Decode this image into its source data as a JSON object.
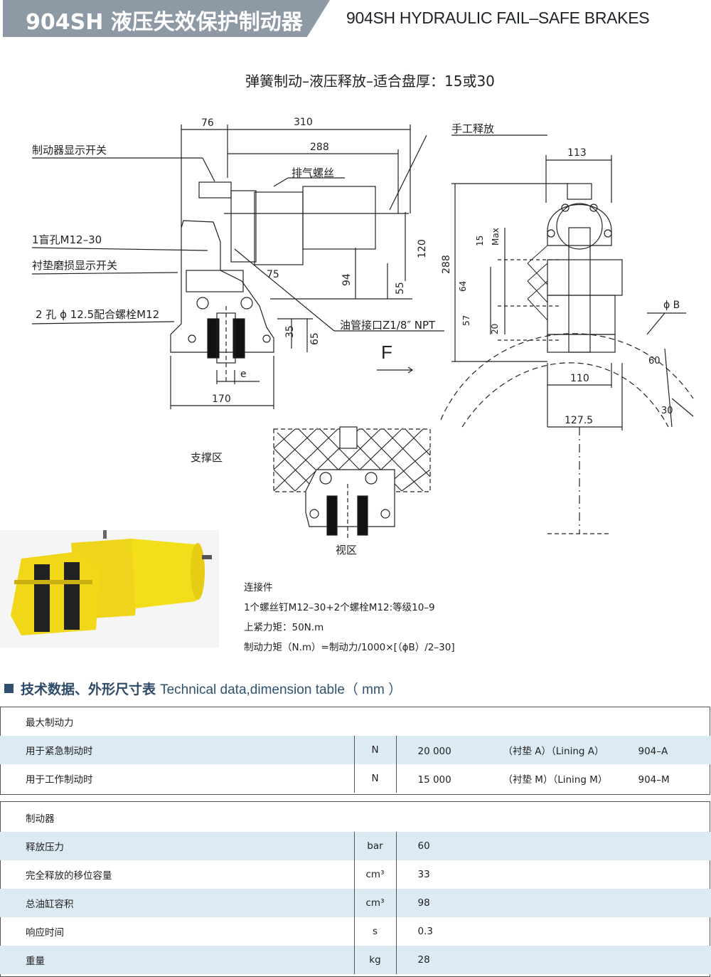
{
  "header": {
    "title_zh": "904SH 液压失效保护制动器",
    "title_en": "904SH HYDRAULIC FAIL–SAFE BRAKES"
  },
  "subtitle": "弹簧制动–液压释放–适合盘厚：15或30",
  "drawing": {
    "labels": {
      "indicator_switch": "制动器显示开关",
      "bleed_screw": "排气螺丝",
      "manual_release": "手工释放",
      "blind_hole": "1盲孔M12–30",
      "wear_switch": "衬垫磨损显示开关",
      "bolt_holes": "2 孔 ϕ 12.5配合螺栓M12",
      "oil_port": "油管接口Z1/8″  NPT",
      "force": "F",
      "support_zone": "支撑区",
      "view_zone": "视区",
      "phi_b": "ϕ B"
    },
    "dimensions": {
      "d76": "76",
      "d310": "310",
      "d288": "288",
      "d75": "75",
      "d94": "94",
      "d55": "55",
      "d120": "120",
      "d35": "35",
      "d65": "65",
      "d170": "170",
      "de": "e",
      "d113": "113",
      "d288v": "288",
      "d15max": "15",
      "max": "Max",
      "d64": "64",
      "d57": "57",
      "d20": "20",
      "d110": "110",
      "d127": "127.5",
      "d60": "60",
      "d30": "30"
    }
  },
  "notes": {
    "heading": "连接件",
    "line1": "1个螺丝钉M12–30+2个螺栓M12:等级10–9",
    "line2": "上紧力矩：50N.m",
    "line3": "制动力矩（N.m）=制动力/1000×[（ϕB）/2–30]"
  },
  "section": {
    "title_zh": "技术数据、外形尺寸表",
    "title_en": "Technical data,dimension table（ mm ）"
  },
  "table1": {
    "heading": "最大制动力",
    "rows": [
      {
        "label": "用于紧急制动时",
        "unit": "N",
        "value": "20 000",
        "lining": "（衬垫 A）（Lining A）",
        "model": "904–A"
      },
      {
        "label": "用于工作制动时",
        "unit": "N",
        "value": "15 000",
        "lining": "（衬垫 M）（Lining M）",
        "model": "904–M"
      }
    ]
  },
  "table2": {
    "heading": "制动器",
    "rows": [
      {
        "label": "释放压力",
        "unit": "bar",
        "value": "60"
      },
      {
        "label": "完全释放的移位容量",
        "unit": "cm³",
        "value": "33"
      },
      {
        "label": "总油缸容积",
        "unit": "cm³",
        "value": "98"
      },
      {
        "label": "响应时间",
        "unit": "s",
        "value": "0.3"
      },
      {
        "label": "重量",
        "unit": "kg",
        "value": "28"
      }
    ]
  },
  "colors": {
    "header_bar": "#8e99a6",
    "table_shade": "#dcebf3",
    "brake_yellow": "#f2de1a",
    "section_blue": "#2f4f6c"
  }
}
